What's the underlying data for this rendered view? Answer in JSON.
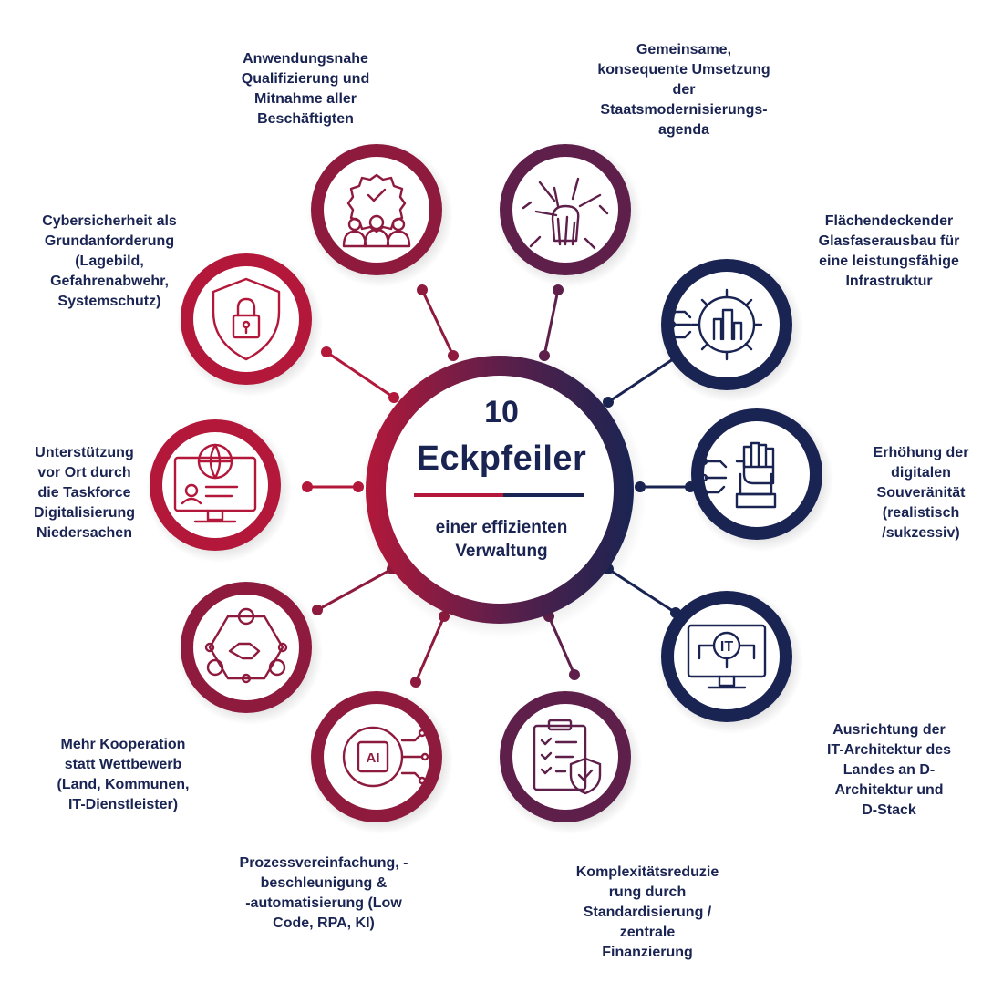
{
  "center": {
    "number": "10",
    "title": "Eckpfeiler",
    "subtitle_lines": [
      "einer effizienten",
      "Verwaltung"
    ]
  },
  "colors": {
    "red": "#b3183a",
    "crimson": "#8e1b3e",
    "plum": "#5e1f4a",
    "navy": "#1a2452",
    "accent_line_red": "#b3183a",
    "accent_line_navy": "#1a2452"
  },
  "pillars": [
    {
      "id": "qualifizierung",
      "icon": "badge-team-icon",
      "lines": [
        "Anwendungsnahe",
        "Qualifizierung und",
        "Mitnahme aller",
        "Beschäftigten"
      ]
    },
    {
      "id": "staatsmodernisierung",
      "icon": "hands-together-icon",
      "lines": [
        "Gemeinsame,",
        "konsequente Umsetzung",
        "der",
        "Staatsmodernisierungs-",
        "agenda"
      ]
    },
    {
      "id": "glasfaser",
      "icon": "gear-city-icon",
      "lines": [
        "Flächendeckender",
        "Glasfaserausbau für",
        "eine leistungsfähige",
        "Infrastruktur"
      ]
    },
    {
      "id": "souveraenitaet",
      "icon": "raised-fist-icon",
      "lines": [
        "Erhöhung der",
        "digitalen",
        "Souveränität",
        "(realistisch",
        "/sukzessiv)"
      ]
    },
    {
      "id": "it-architektur",
      "icon": "it-monitor-icon",
      "lines": [
        "Ausrichtung der",
        "IT-Architektur des",
        "Landes an D-",
        "Architektur und",
        "D-Stack"
      ]
    },
    {
      "id": "komplexitaet",
      "icon": "checklist-shield-icon",
      "lines": [
        "Komplexitätsreduzie",
        "rung durch",
        "Standardisierung /",
        "zentrale",
        "Finanzierung"
      ]
    },
    {
      "id": "prozess",
      "icon": "ai-chip-gear-icon",
      "lines": [
        "Prozessvereinfachung, -",
        "beschleunigung &",
        "-automatisierung (Low",
        "Code, RPA, KI)"
      ]
    },
    {
      "id": "kooperation",
      "icon": "network-handshake-icon",
      "lines": [
        "Mehr Kooperation",
        "statt Wettbewerb",
        "(Land, Kommunen,",
        "IT-Dienstleister)"
      ]
    },
    {
      "id": "taskforce",
      "icon": "globe-monitor-icon",
      "lines": [
        "Unterstützung",
        "vor Ort durch",
        "die Taskforce",
        "Digitalisierung",
        "Niedersachen"
      ]
    },
    {
      "id": "cybersicherheit",
      "icon": "shield-lock-icon",
      "lines": [
        "Cybersicherheit als",
        "Grundanforderung",
        "(Lagebild,",
        "Gefahrenabwehr,",
        "Systemschutz)"
      ]
    }
  ]
}
